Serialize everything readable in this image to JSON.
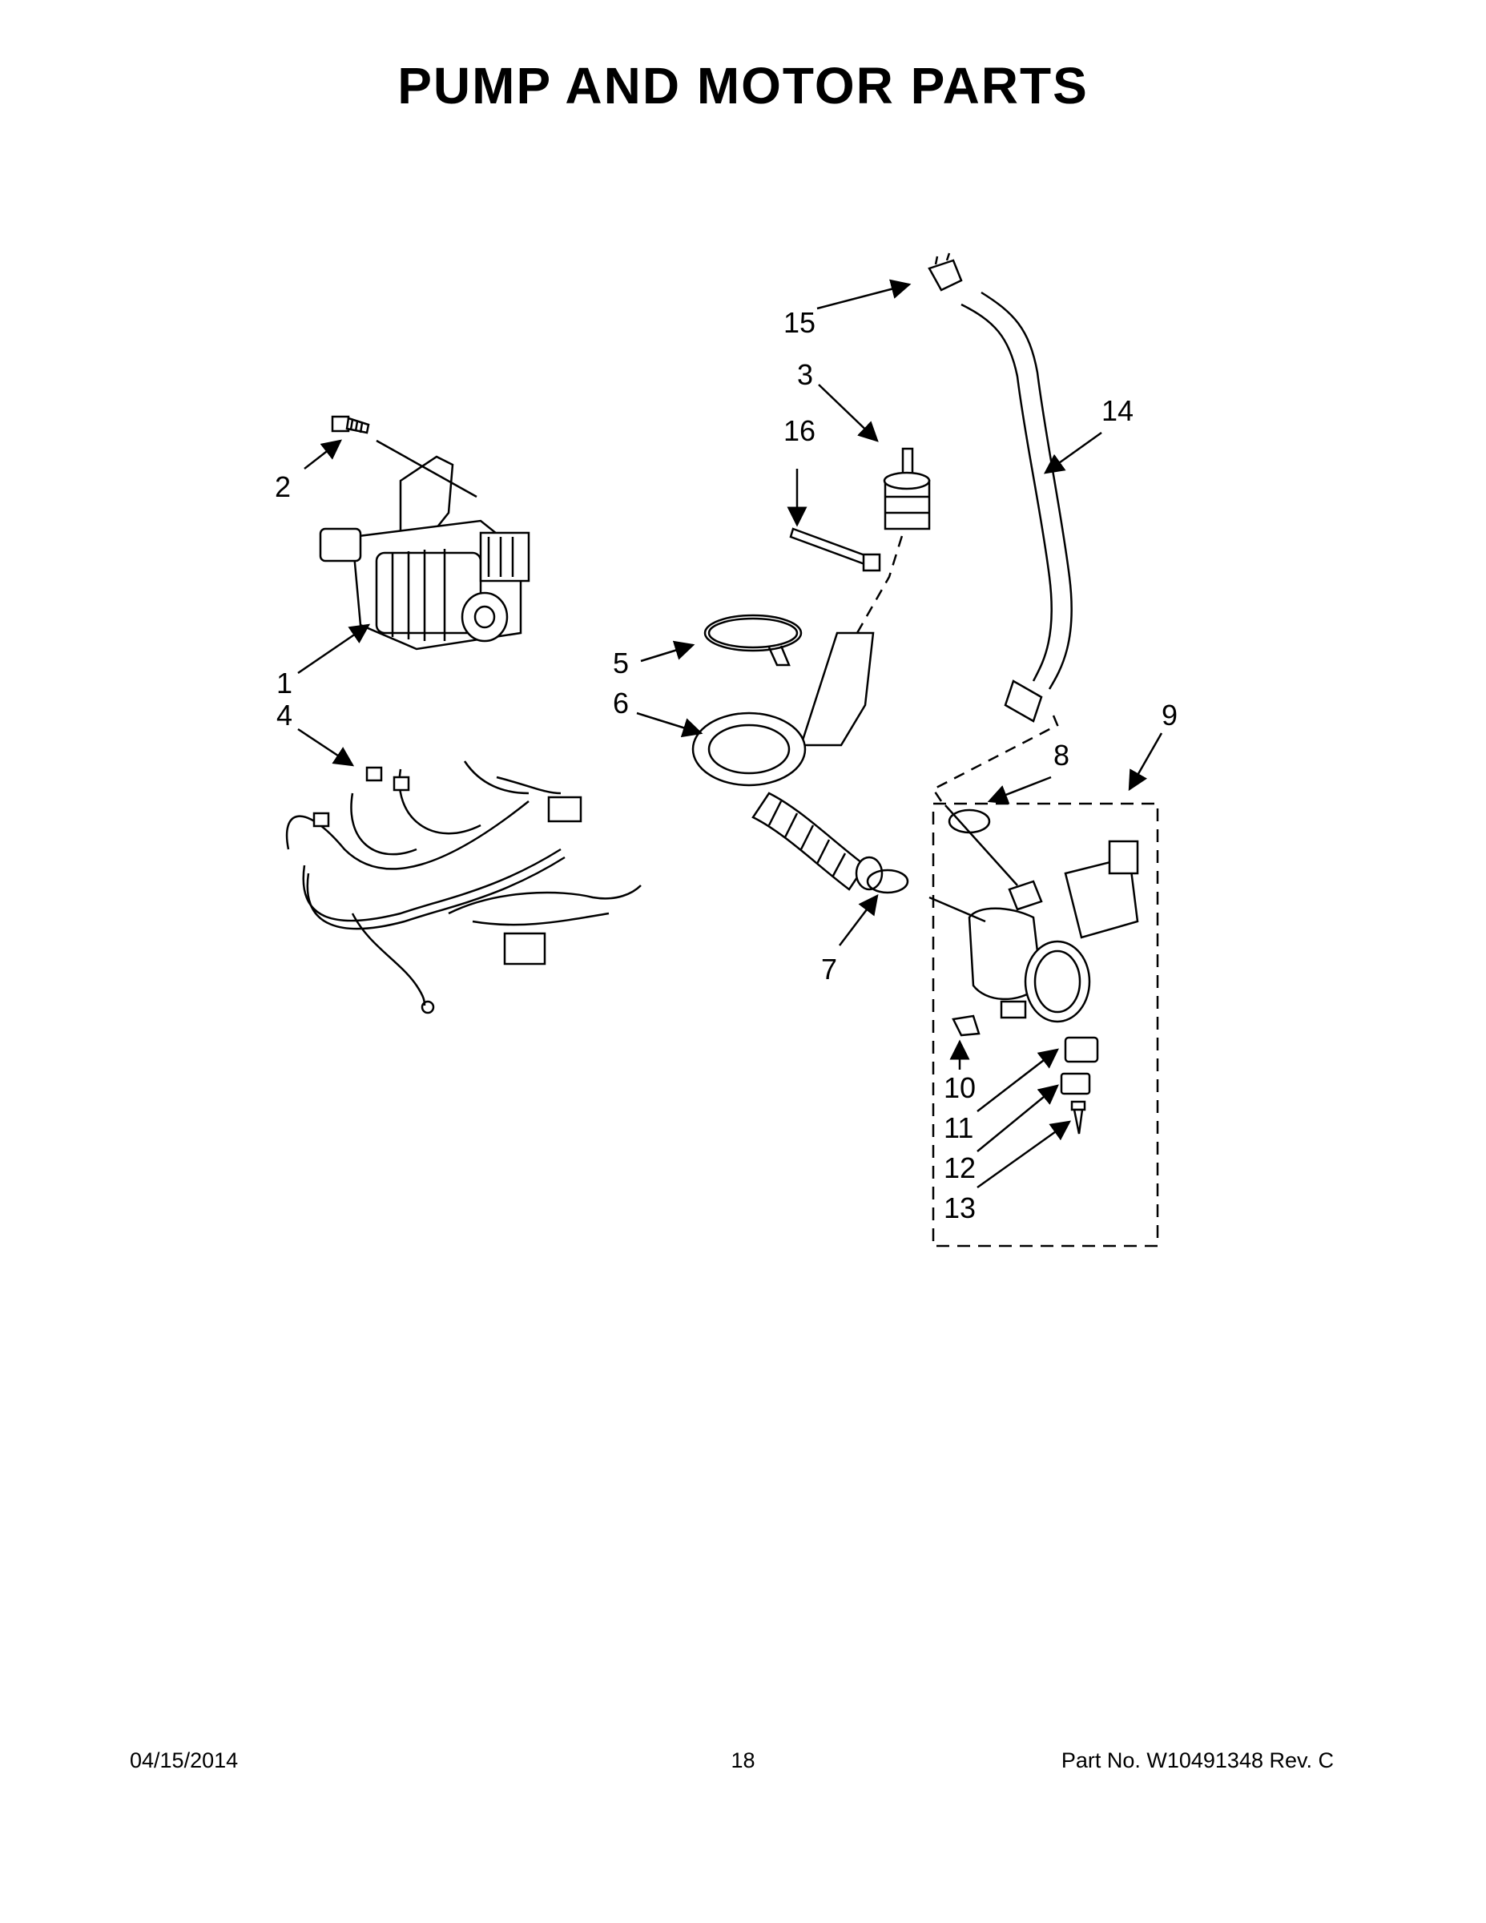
{
  "title": "PUMP AND MOTOR PARTS",
  "callouts": [
    "1",
    "2",
    "3",
    "4",
    "5",
    "6",
    "7",
    "8",
    "9",
    "10",
    "11",
    "12",
    "13",
    "14",
    "15",
    "16"
  ],
  "footer": {
    "date": "04/15/2014",
    "page": "18",
    "part_no": "Part No.  W10491348  Rev.  C"
  }
}
